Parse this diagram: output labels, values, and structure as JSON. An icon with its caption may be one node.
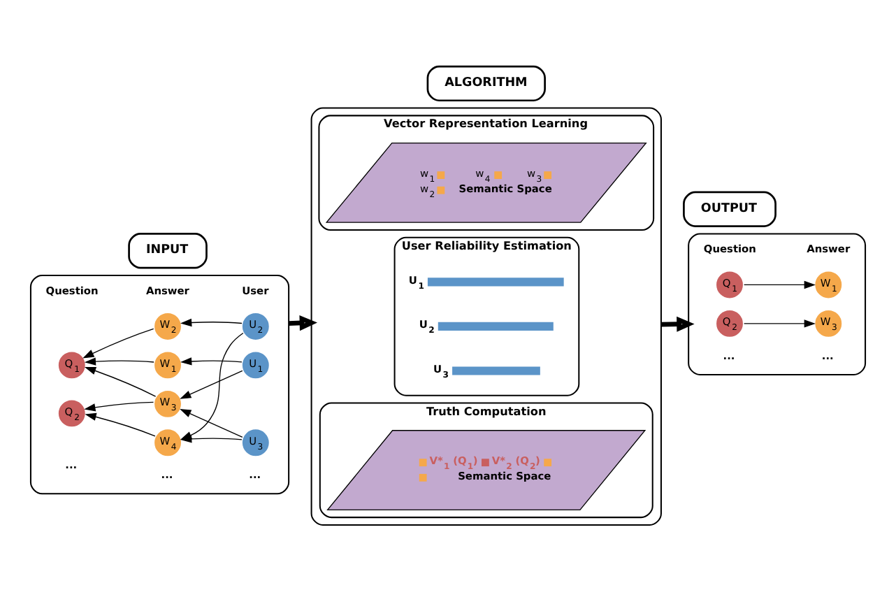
{
  "diagram": {
    "nodes": [
      {
        "text": [
          "INPUT"
        ]
      },
      {
        "text": [
          "ALGORITHM"
        ]
      },
      {
        "text": [
          "OUTPUT"
        ]
      },
      {
        "text": [],
        "shape": "box"
      },
      {
        "text": [
          "Q$_{1}$"
        ],
        "in": 3
      },
      {
        "text": [
          "Q$_{2}$"
        ],
        "in": 3
      },
      {
        "text": [
          "W$_{1}$"
        ],
        "in": 3
      },
      {
        "text": [
          "W$_{2}$"
        ],
        "in": 3
      },
      {
        "text": [
          "W$_{3}$"
        ],
        "in": 3
      },
      {
        "text": [
          "W$_{4}$"
        ],
        "in": 3
      },
      {
        "text": [
          "U$_{1}$"
        ],
        "in": 3
      },
      {
        "text": [
          "U$_{2}$"
        ],
        "in": 3
      },
      {
        "text": [
          "U$_{3}$"
        ],
        "in": 3
      },
      {
        "text": [],
        "shape": "box"
      },
      {
        "text": [
          "Vector Representation Learning"
        ],
        "in": 13
      },
      {
        "text": [
          "w$_{1}$",
          "w$_{4}$",
          "w$_{3}$",
          "w$_{2}$",
          "Semantic Space"
        ],
        "in": 14
      },
      {
        "text": [
          "User Reliability Estimation"
        ],
        "in": 13
      },
      {
        "text": [],
        "shape": "bar",
        "in": 16,
        "beside": [
          "U$_{1}$"
        ]
      },
      {
        "text": [],
        "shape": "bar",
        "in": 16,
        "beside": [
          "U$_{2}$"
        ]
      },
      {
        "text": [],
        "shape": "bar",
        "in": 16,
        "beside": [
          "U$_{3}$"
        ]
      },
      {
        "text": [
          "Truth Computation"
        ],
        "in": 13
      },
      {
        "text": [
          "V*$_{1}$ (Q$_{1}$)",
          "V*$_{2}$ (Q$_{2}$)",
          "Semantic Space"
        ],
        "in": 20
      },
      {
        "text": [],
        "shape": "box"
      },
      {
        "text": [
          "Q$_{1}$"
        ],
        "in": 22
      },
      {
        "text": [
          "Q$_{2}$"
        ],
        "in": 22
      },
      {
        "text": [
          "W$_{1}$"
        ],
        "in": 22
      },
      {
        "text": [
          "W$_{3}$"
        ],
        "in": 22
      }
    ],
    "edges": [
      {
        "from": 6,
        "to": 4,
        "arrow": "to"
      },
      {
        "from": 7,
        "to": 4,
        "arrow": "to"
      },
      {
        "from": 8,
        "to": 4,
        "arrow": "to"
      },
      {
        "from": 8,
        "to": 5,
        "arrow": "to"
      },
      {
        "from": 9,
        "to": 5,
        "arrow": "to"
      },
      {
        "from": 10,
        "to": 6,
        "arrow": "to"
      },
      {
        "from": 10,
        "to": 8,
        "arrow": "to"
      },
      {
        "from": 11,
        "to": 7,
        "arrow": "to"
      },
      {
        "from": 11,
        "to": 9,
        "arrow": "to"
      },
      {
        "from": 12,
        "to": 8,
        "arrow": "to"
      },
      {
        "from": 12,
        "to": 9,
        "arrow": "to"
      },
      {
        "from": 23,
        "to": 25,
        "arrow": "to"
      },
      {
        "from": 24,
        "to": 26,
        "arrow": "to"
      },
      {
        "from": 3,
        "to": 13,
        "arrow": "to",
        "style": "thick"
      },
      {
        "from": 13,
        "to": 22,
        "arrow": "to",
        "style": "thick"
      }
    ],
    "labels": [
      "Question",
      "Answer",
      "User",
      "...",
      "...",
      "...",
      "Question",
      "Answer",
      "...",
      "..."
    ]
  }
}
